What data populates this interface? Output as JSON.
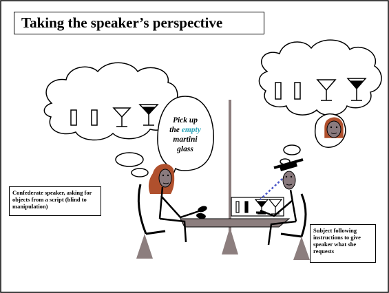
{
  "title": "Taking the speaker’s perspective",
  "speech": {
    "line1": "Pick up",
    "line2a": "the ",
    "emphasis": "empty",
    "line3": "martini",
    "line4": "glass"
  },
  "captions": {
    "left": "Confederate speaker, asking for objects from a script (blind to manipulation)",
    "right": "Subject following instructions to give speaker what she requests"
  },
  "colors": {
    "emphasis": "#2aa3b8",
    "hair": "#b0502d",
    "face": "#8a7a7e",
    "gaze": "#4a55c8",
    "post": "#8c7e7e"
  }
}
